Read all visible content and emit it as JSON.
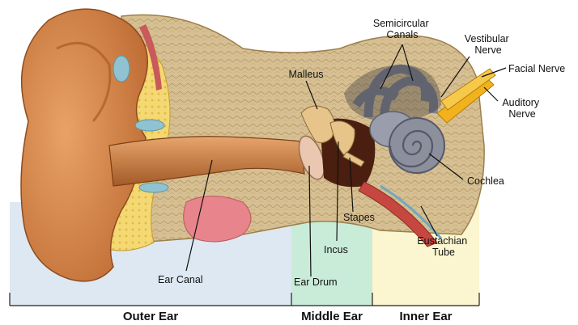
{
  "labels": {
    "semicircular_canals": [
      "Semicircular",
      "Canals"
    ],
    "vestibular_nerve": [
      "Vestibular",
      "Nerve"
    ],
    "facial_nerve": "Facial Nerve",
    "auditory_nerve": [
      "Auditory",
      "Nerve"
    ],
    "malleus": "Malleus",
    "cochlea": "Cochlea",
    "stapes": "Stapes",
    "eustachian_tube": [
      "Eustachian",
      "Tube"
    ],
    "incus": "Incus",
    "ear_canal": "Ear Canal",
    "ear_drum": "Ear Drum"
  },
  "sections": {
    "outer": "Outer Ear",
    "middle": "Middle Ear",
    "inner": "Inner Ear"
  },
  "colors": {
    "outer_zone": "#dde8f2",
    "middle_zone": "#c9ecd9",
    "inner_zone": "#fbf6cf",
    "skin": "#d9894a",
    "bone": "#d9c49a",
    "cartilage": "#f3d26a",
    "cochlea": "#8c8f9c",
    "nerve": "#f2b21e"
  }
}
